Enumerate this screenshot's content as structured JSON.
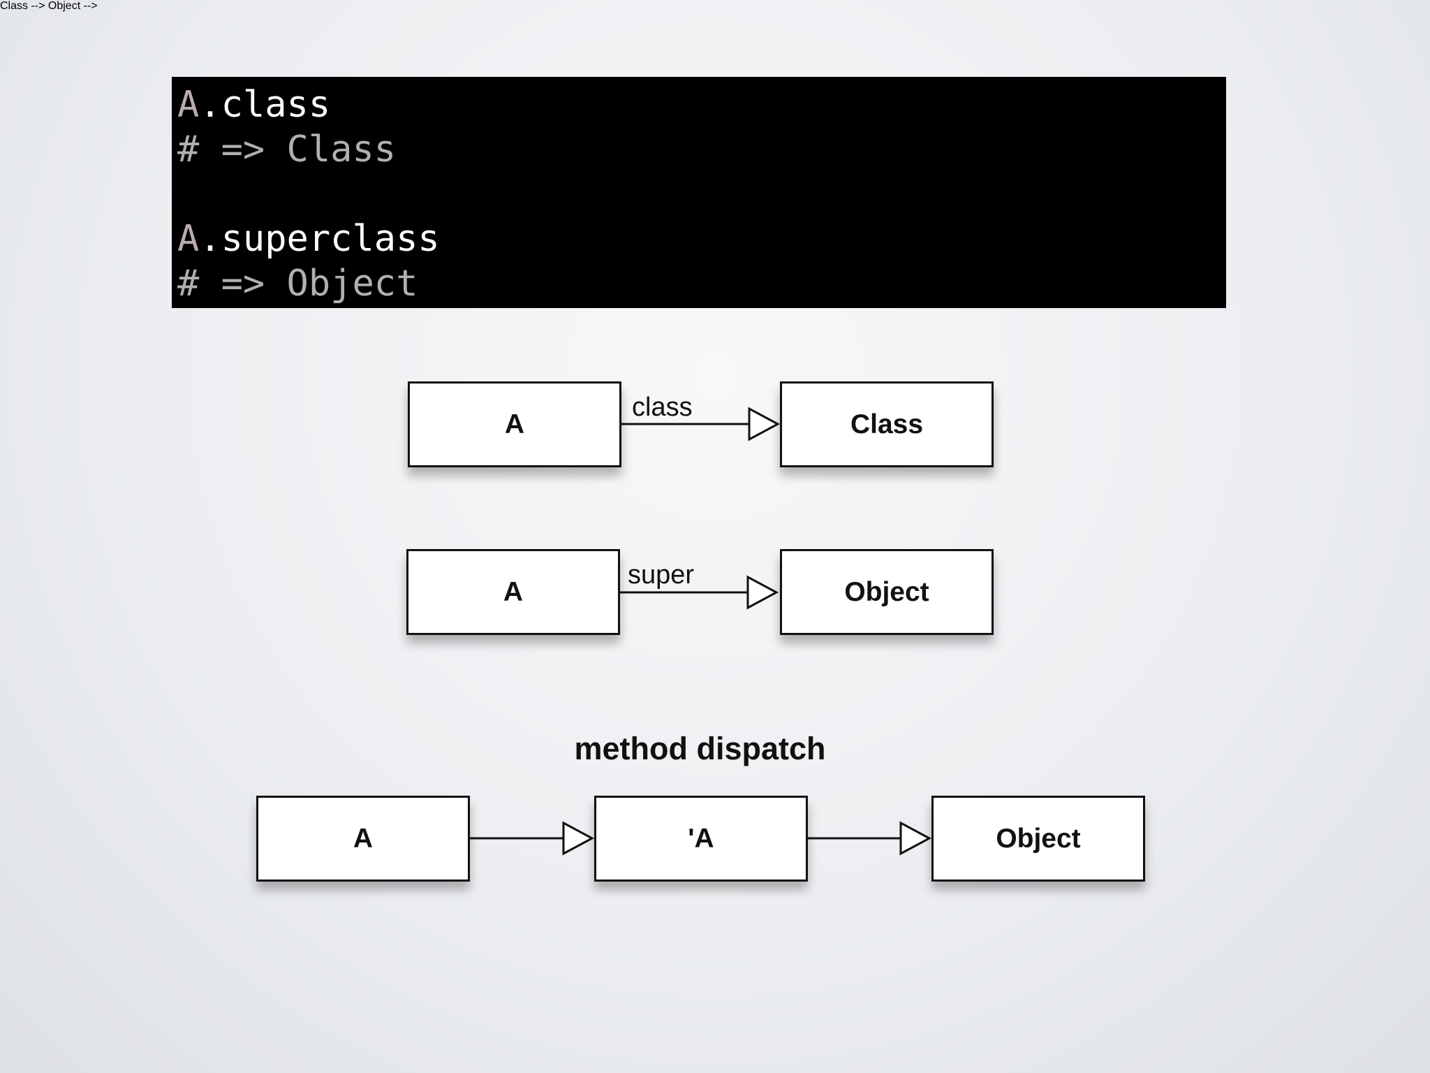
{
  "code": {
    "lines": [
      {
        "obj": "A",
        "rest": ".class"
      },
      {
        "comment": "# => Class"
      },
      {
        "obj": "A",
        "rest": ".superclass"
      },
      {
        "comment": "# => Object"
      }
    ]
  },
  "diagram": {
    "row1": {
      "source": "A",
      "target": "Class",
      "edge_label": "class"
    },
    "row2": {
      "source": "A",
      "target": "Object",
      "edge_label": "super"
    },
    "dispatch": {
      "heading": "method dispatch",
      "nodes": [
        "A",
        "'A",
        "Object"
      ]
    }
  }
}
